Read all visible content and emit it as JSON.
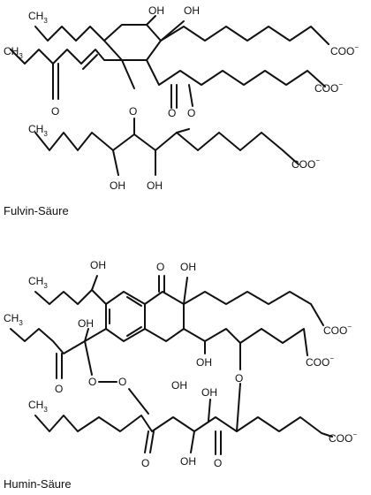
{
  "fulvic": {
    "caption": "Fulvin-Säure",
    "methyl_top": "CH",
    "methyl_left": "CH",
    "methyl_low": "CH",
    "sub3": "3",
    "hydroxyl_1": "OH",
    "hydroxyl_2": "OH",
    "hydroxyl_3": "OH",
    "hydroxyl_4": "OH",
    "carbonyl_o_1": "O",
    "carbonyl_o_2": "O",
    "carbonyl_o_3": "O",
    "ether_o": "O",
    "carboxylate_1": "COO",
    "carboxylate_2": "COO",
    "carboxylate_3": "COO",
    "charge": "−"
  },
  "humic": {
    "caption": "Humin-Säure",
    "methyl_top": "CH",
    "methyl_left": "CH",
    "methyl_low": "CH",
    "sub3": "3",
    "hydroxyl_1": "OH",
    "hydroxyl_2": "OH",
    "hydroxyl_3": "OH",
    "hydroxyl_4": "OH",
    "hydroxyl_5": "OH",
    "hydroxyl_6": "OH",
    "hydroxyl_7": "OH",
    "carbonyl_o_1": "O",
    "carbonyl_o_2": "O",
    "carbonyl_o_3": "O",
    "carbonyl_o_4": "O",
    "peroxide_o_1": "O",
    "peroxide_o_2": "O",
    "ether_o": "O",
    "carboxylate_1": "COO",
    "carboxylate_2": "COO",
    "carboxylate_3": "COO",
    "charge": "−"
  }
}
